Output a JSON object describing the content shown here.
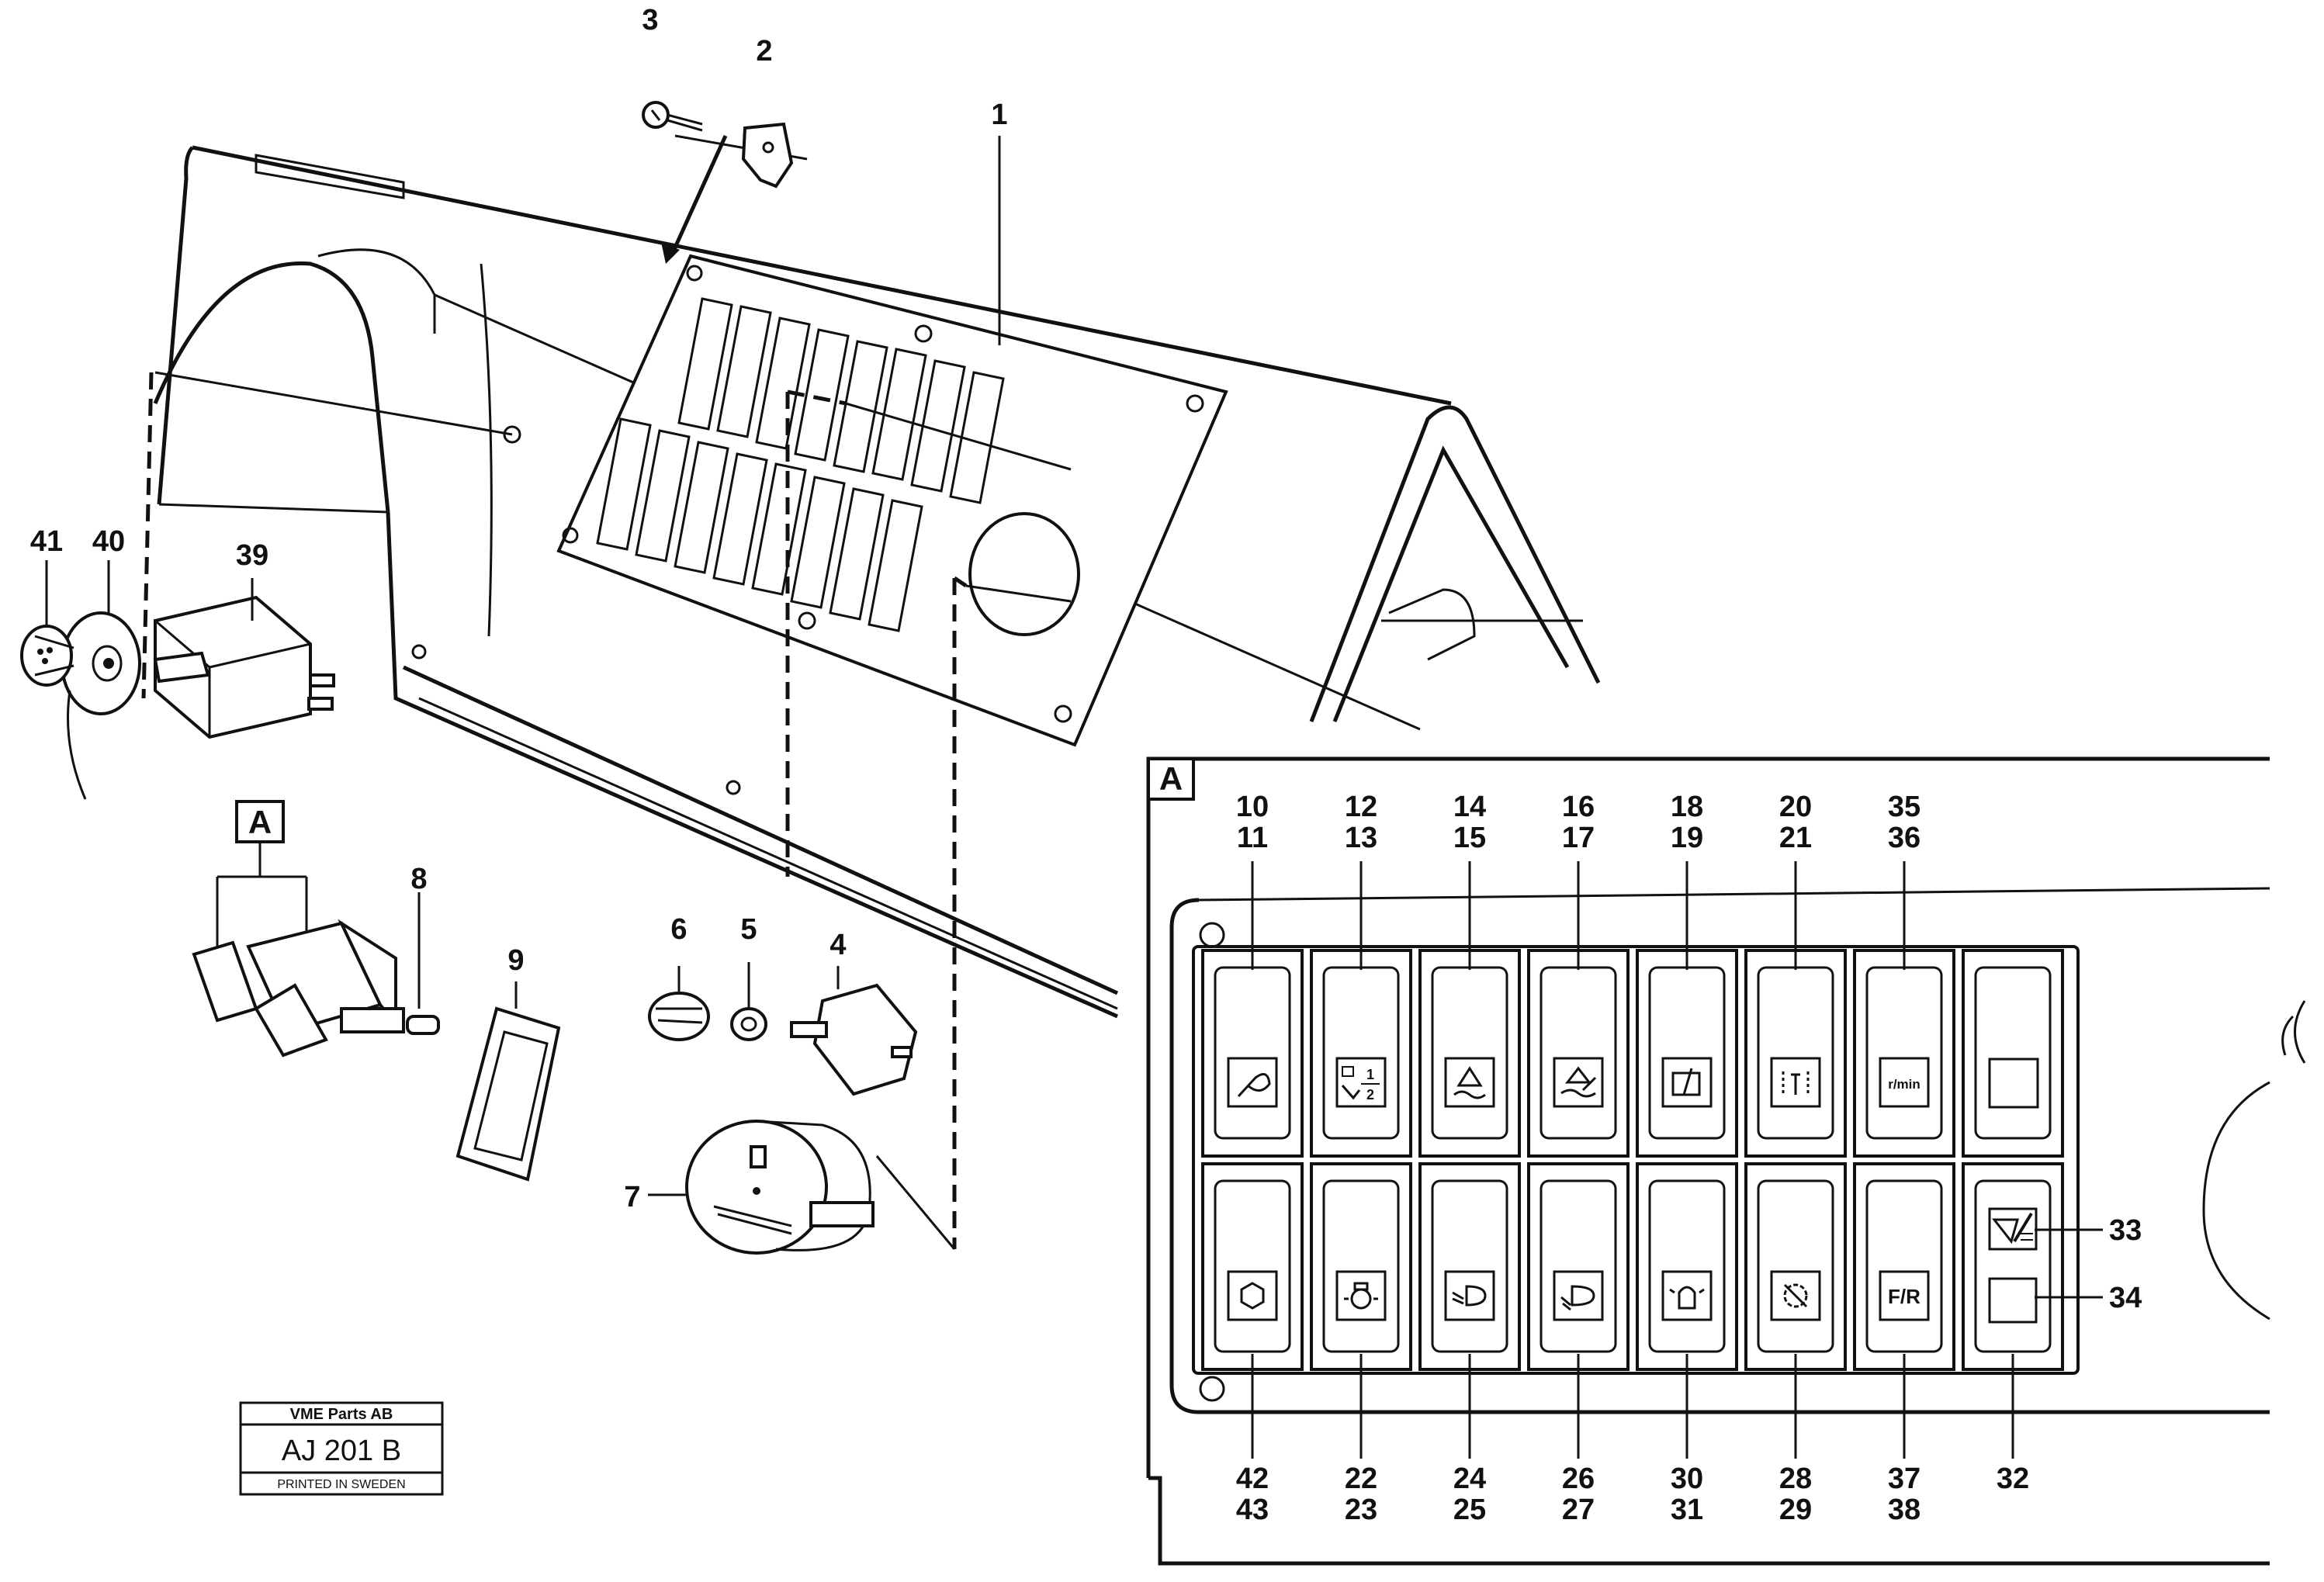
{
  "callouts": {
    "c1": "1",
    "c2": "2",
    "c3": "3",
    "c4": "4",
    "c5": "5",
    "c6": "6",
    "c7": "7",
    "c8": "8",
    "c9": "9",
    "c39": "39",
    "c40": "40",
    "c41": "41",
    "detail_tag_main": "A"
  },
  "detail": {
    "tag": "A",
    "top_row_labels": [
      [
        "10",
        "11"
      ],
      [
        "12",
        "13"
      ],
      [
        "14",
        "15"
      ],
      [
        "16",
        "17"
      ],
      [
        "18",
        "19"
      ],
      [
        "20",
        "21"
      ],
      [
        "35",
        "36"
      ]
    ],
    "bottom_row_labels": [
      [
        "42",
        "43"
      ],
      [
        "22",
        "23"
      ],
      [
        "24",
        "25"
      ],
      [
        "26",
        "27"
      ],
      [
        "30",
        "31"
      ],
      [
        "28",
        "29"
      ],
      [
        "37",
        "38"
      ],
      [
        "32"
      ]
    ],
    "side_labels": [
      "33",
      "34"
    ],
    "symbols": {
      "half_top": "1",
      "half_bottom": "2",
      "rpm": "r/min",
      "forward_reverse": "F/R"
    },
    "icons": [
      "wiper-icon",
      "lock-half-icon",
      "tipper-icon",
      "level-icon",
      "rear-wiper-icon",
      "width-marker-icon",
      "rpm-icon",
      "blank-icon",
      "defroster-icon",
      "worklight-icon",
      "headlight-icon",
      "dipped-beam-icon",
      "beacon-icon",
      "gear-icon",
      "forward-reverse-icon",
      "blank-icon"
    ]
  },
  "title_plate": {
    "company": "VME Parts AB",
    "code": "AJ 201 B",
    "printed": "PRINTED IN SWEDEN"
  }
}
